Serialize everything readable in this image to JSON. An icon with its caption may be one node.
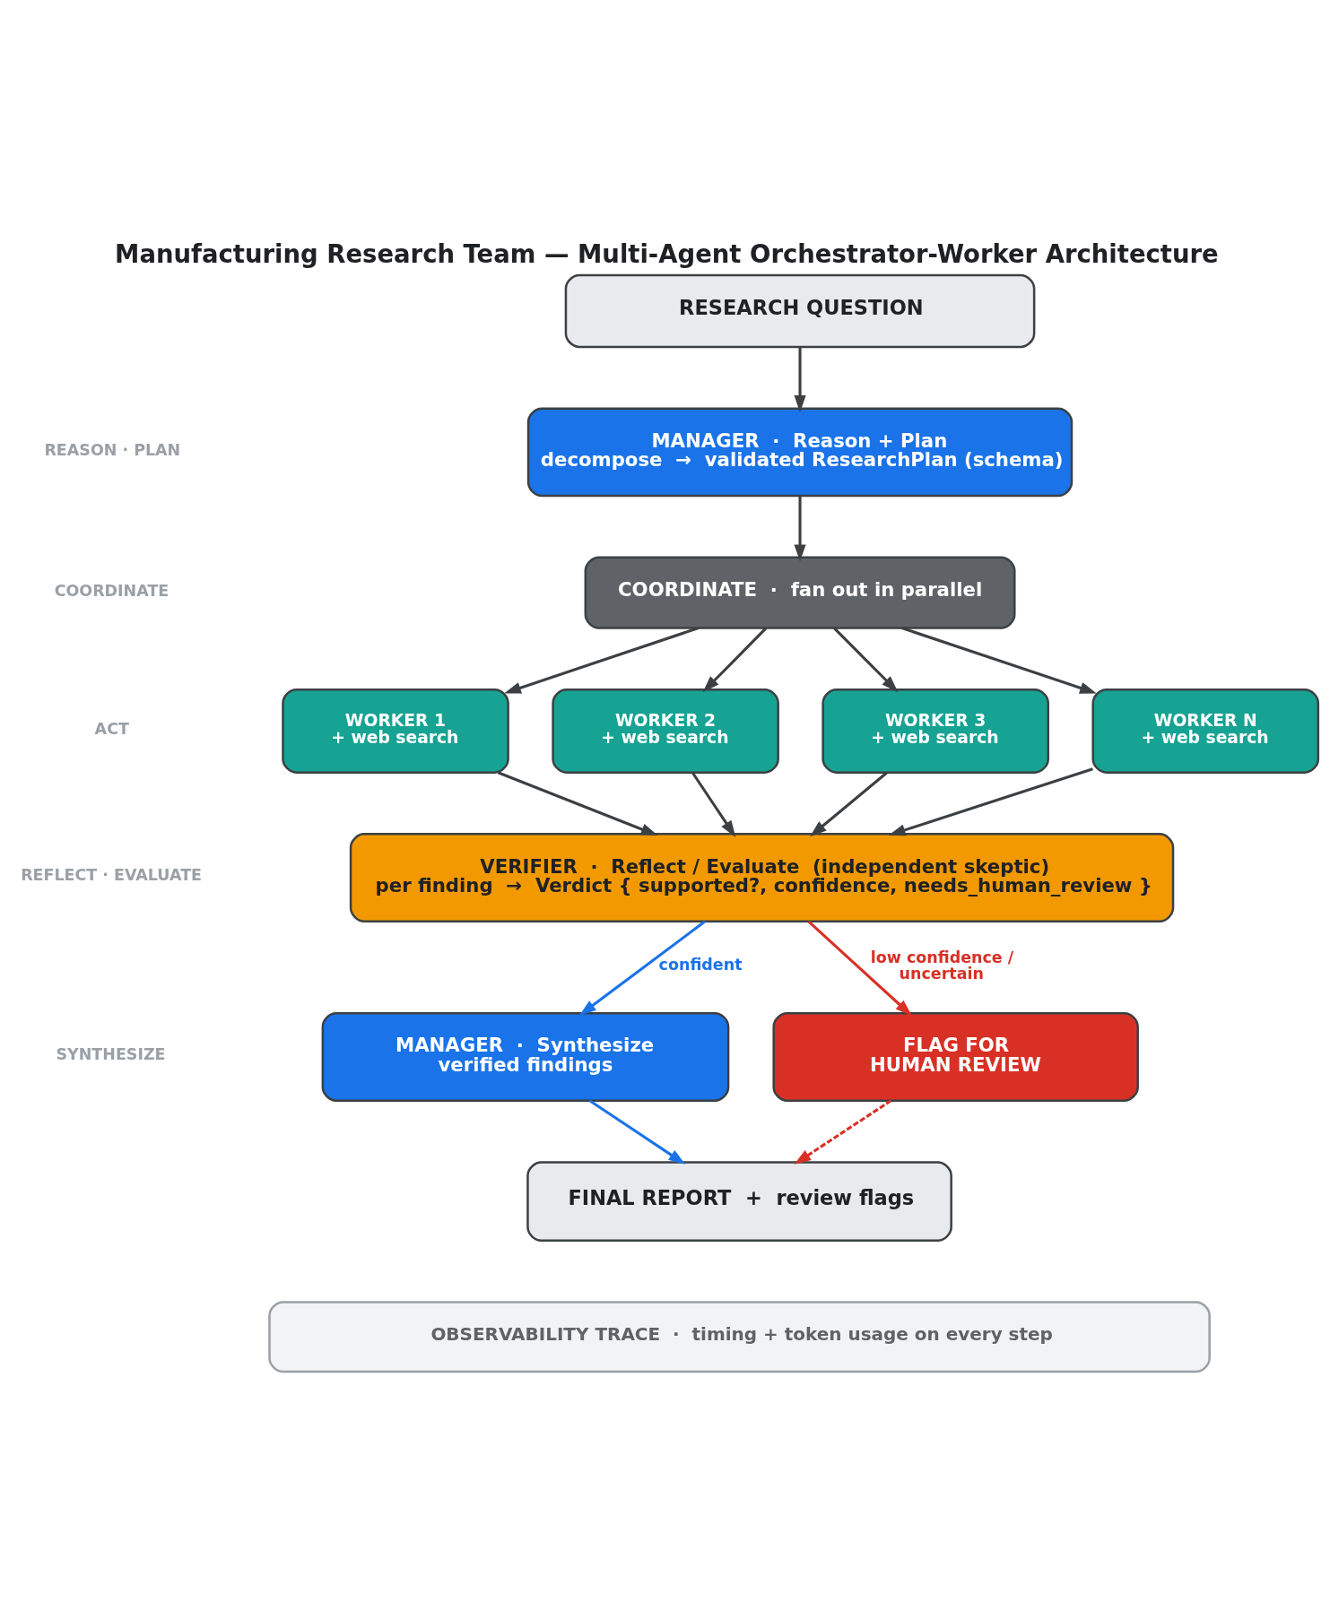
{
  "diagram": {
    "title": "Manufacturing Research Team — Multi-Agent Orchestrator-Worker Architecture",
    "nodes": [
      {
        "text": [
          "RESEARCH QUESTION"
        ]
      },
      {
        "text": [
          "MANAGER  ·  Reason + Plan",
          "decompose  →  validated ResearchPlan (schema)"
        ]
      },
      {
        "text": [
          "COORDINATE  ·  fan out in parallel"
        ]
      },
      {
        "text": [
          "WORKER 1",
          "+ web search"
        ]
      },
      {
        "text": [
          "WORKER 2",
          "+ web search"
        ]
      },
      {
        "text": [
          "WORKER 3",
          "+ web search"
        ]
      },
      {
        "text": [
          "WORKER N",
          "+ web search"
        ]
      },
      {
        "text": [
          "VERIFIER  ·  Reflect / Evaluate  (independent skeptic)",
          "per finding  →  Verdict { supported?, confidence, needs_human_review }"
        ]
      },
      {
        "text": [
          "MANAGER  ·  Synthesize",
          "verified findings"
        ]
      },
      {
        "text": [
          "FLAG FOR HUMAN REVIEW"
        ]
      },
      {
        "text": [
          "FINAL REPORT  +  review flags"
        ]
      },
      {
        "text": [
          "OBSERVABILITY TRACE  ·  timing + token usage on every step"
        ]
      }
    ],
    "edges": [
      {
        "from": 0,
        "to": 1,
        "arrow": "to"
      },
      {
        "from": 1,
        "to": 2,
        "arrow": "to"
      },
      {
        "from": 2,
        "to": 3,
        "arrow": "to"
      },
      {
        "from": 2,
        "to": 4,
        "arrow": "to"
      },
      {
        "from": 2,
        "to": 5,
        "arrow": "to"
      },
      {
        "from": 2,
        "to": 6,
        "arrow": "to"
      },
      {
        "from": 3,
        "to": 7,
        "arrow": "to"
      },
      {
        "from": 4,
        "to": 7,
        "arrow": "to"
      },
      {
        "from": 5,
        "to": 7,
        "arrow": "to"
      },
      {
        "from": 6,
        "to": 7,
        "arrow": "to"
      },
      {
        "from": 7,
        "to": 8,
        "arrow": "to",
        "label": "confident",
        "color": "#1a73e8"
      },
      {
        "from": 7,
        "to": 9,
        "arrow": "to",
        "label": "low confidence / uncertain",
        "color": "#d93025"
      },
      {
        "from": 8,
        "to": 10,
        "arrow": "to",
        "color": "#1a73e8"
      },
      {
        "from": 9,
        "to": 10,
        "arrow": "to",
        "style": "dashed",
        "color": "#d93025"
      }
    ],
    "labels": [
      "REASON · PLAN",
      "COORDINATE",
      "ACT",
      "REFLECT · EVALUATE",
      "SYNTHESIZE"
    ]
  }
}
